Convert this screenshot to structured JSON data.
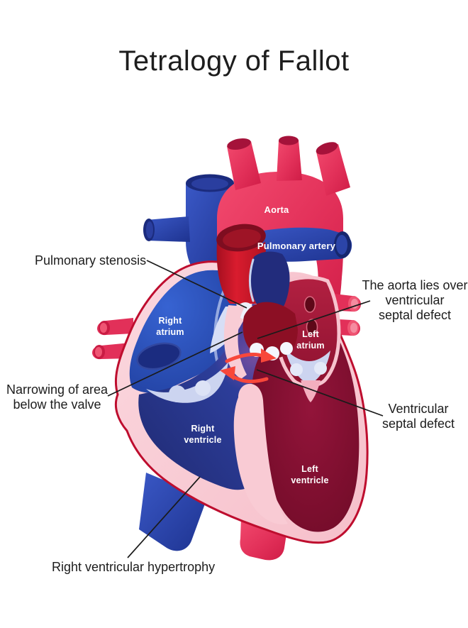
{
  "title": "Tetralogy of Fallot",
  "annotations": {
    "pulmonary_stenosis": "Pulmonary stenosis",
    "aorta_over": "The aorta lies over\nventricular\nseptal defect",
    "narrowing": "Narrowing of area\nbelow the valve",
    "vsd": "Ventricular\nseptal defect",
    "rvh": "Right ventricular hypertrophy"
  },
  "heart_labels": {
    "aorta": "Aorta",
    "pulmonary_artery": "Pulmonary artery",
    "right_atrium": "Right\natrium",
    "left_atrium": "Left\natrium",
    "right_ventricle": "Right\nventricle",
    "left_ventricle": "Left\nventricle"
  },
  "colors": {
    "aorta_crimson": "#e23059",
    "vein_blue": "#2b4bb0",
    "heart_wall_pink": "#f9cbd4",
    "heart_outline": "#be0d2e",
    "right_atrium_blue": "#2b52b8",
    "right_ventricle_navy": "#28337e",
    "left_atrium_red": "#a61b36",
    "left_ventricle_maroon": "#7c0e2c",
    "valve_lavender": "#ccd4f0",
    "shunt_arrow": "#f8473a",
    "label_text": "#1c1c1c",
    "chamber_label_text": "#ffffff"
  }
}
